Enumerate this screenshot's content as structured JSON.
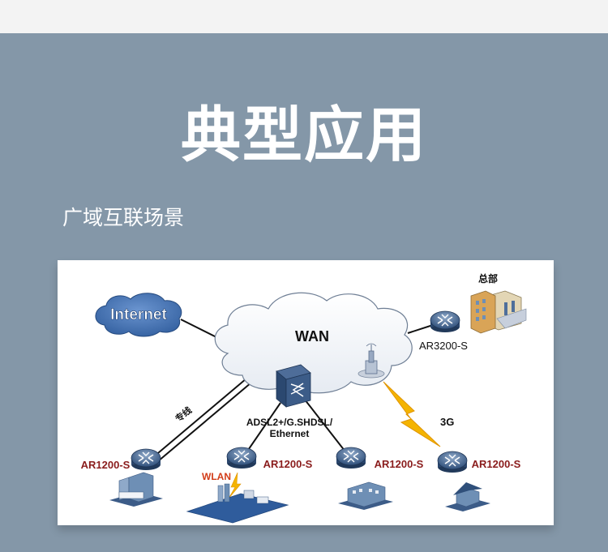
{
  "page": {
    "title": "典型应用",
    "subtitle": "广域互联场景"
  },
  "diagram": {
    "internet_label": "Internet",
    "wan_label": "WAN",
    "hq_label": "总部",
    "hq_router_label": "AR3200-S",
    "leased_line_label": "专线",
    "access_label_line1": "ADSL2+/G.SHDSL/",
    "access_label_line2": "Ethernet",
    "wireless_3g_label": "3G",
    "wlan_label": "WLAN",
    "branch_routers": [
      {
        "label": "AR1200-S"
      },
      {
        "label": "AR1200-S"
      },
      {
        "label": "AR1200-S"
      },
      {
        "label": "AR1200-S"
      }
    ],
    "colors": {
      "router_label": "#8a1c1c",
      "wlan_label": "#d23c18",
      "internet_cloud": "#4a78b8",
      "lightning": "#f4b400"
    }
  }
}
